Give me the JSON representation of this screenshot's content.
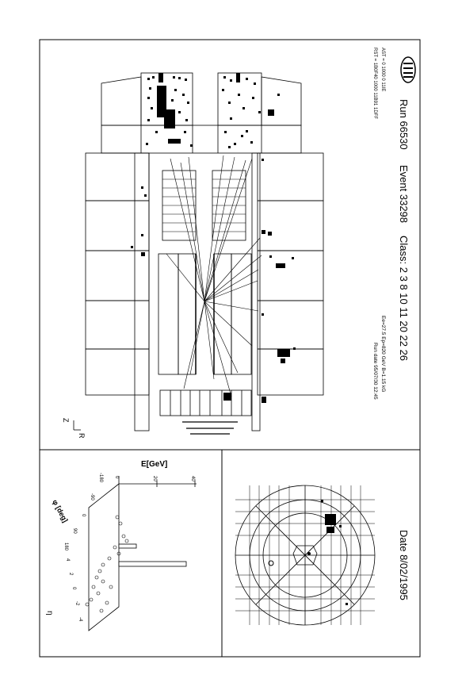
{
  "header": {
    "run": "Run 66530",
    "event": "Event 33298",
    "class": "Class: 2 3 8 10 11 20 22 26",
    "date": "Date 8/02/1995"
  },
  "info": {
    "beam_line": "Ee=27.5 Ep=820 GeV B=1.15 kG",
    "run_date": "Run date 95/07/30 12:45",
    "ast_line": "AST =    0    1000    0    11IE",
    "rst_line": "RST =   1B0F40    1000    11B91    1DFF"
  },
  "axes": {
    "side_z": "Z",
    "side_r": "R",
    "lego_energy": "E[GeV]",
    "lego_phi": "φ [deg]",
    "lego_eta": "η",
    "energy_ticks": [
      "0",
      "20",
      "40"
    ],
    "phi_ticks": [
      "-180",
      "-90",
      "0",
      "90",
      "180"
    ],
    "eta_ticks": [
      "4",
      "2",
      "0",
      "-2",
      "-4"
    ]
  },
  "colors": {
    "ink": "#000000",
    "paper": "#ffffff"
  }
}
